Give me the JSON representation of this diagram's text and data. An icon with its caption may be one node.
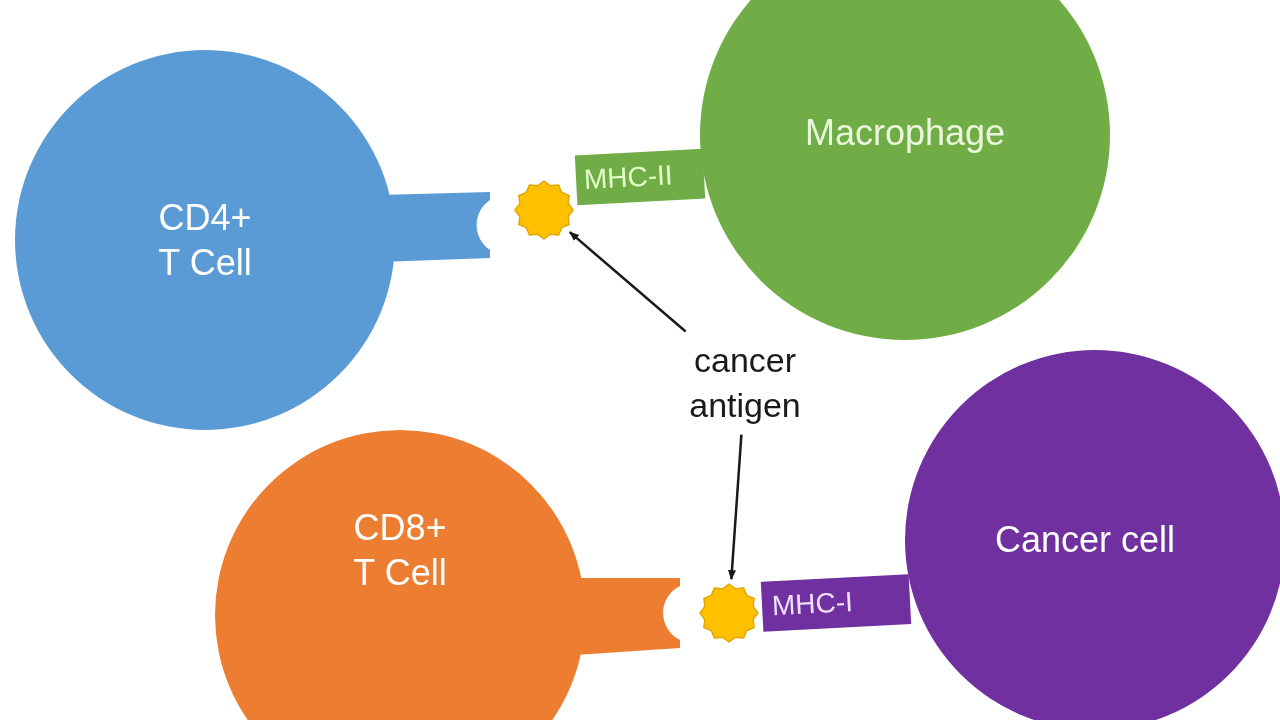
{
  "diagram": {
    "nodes": [
      {
        "text": [
          "CD4+ T Cell"
        ]
      },
      {
        "text": [
          "Macrophage"
        ]
      },
      {
        "text": [
          "MHC-II"
        ]
      },
      {
        "text": [],
        "shape": "circle"
      },
      {
        "text": [
          "cancer antigen"
        ]
      },
      {
        "text": [
          "CD8+ T Cell"
        ]
      },
      {
        "text": [
          "Cancer cell"
        ]
      },
      {
        "text": [
          "MHC-I"
        ]
      },
      {
        "text": [],
        "shape": "circle"
      }
    ],
    "edges": [
      {
        "from": 4,
        "to": 3,
        "arrow": "to"
      },
      {
        "from": 4,
        "to": 8,
        "arrow": "to"
      }
    ]
  }
}
